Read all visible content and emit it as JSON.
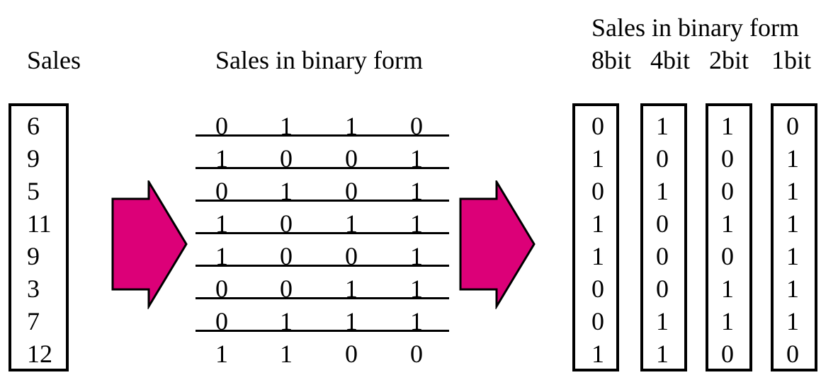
{
  "left": {
    "title": "Sales",
    "values": [
      "6",
      "9",
      "5",
      "11",
      "9",
      "3",
      "7",
      "12"
    ]
  },
  "middle": {
    "title": "Sales in binary form",
    "rows": [
      [
        "0",
        "1",
        "1",
        "0"
      ],
      [
        "1",
        "0",
        "0",
        "1"
      ],
      [
        "0",
        "1",
        "0",
        "1"
      ],
      [
        "1",
        "0",
        "1",
        "1"
      ],
      [
        "1",
        "0",
        "0",
        "1"
      ],
      [
        "0",
        "0",
        "1",
        "1"
      ],
      [
        "0",
        "1",
        "1",
        "1"
      ],
      [
        "1",
        "1",
        "0",
        "0"
      ]
    ]
  },
  "right": {
    "title": "Sales in binary form",
    "columns": [
      {
        "label": "8bit",
        "bits": [
          "0",
          "1",
          "0",
          "1",
          "1",
          "0",
          "0",
          "1"
        ]
      },
      {
        "label": "4bit",
        "bits": [
          "1",
          "0",
          "1",
          "0",
          "0",
          "0",
          "1",
          "1"
        ]
      },
      {
        "label": "2bit",
        "bits": [
          "1",
          "0",
          "0",
          "1",
          "0",
          "1",
          "1",
          "0"
        ]
      },
      {
        "label": "1bit",
        "bits": [
          "0",
          "1",
          "1",
          "1",
          "1",
          "1",
          "1",
          "0"
        ]
      }
    ]
  },
  "colors": {
    "arrow_fill": "#dc0078",
    "stroke": "#000000"
  }
}
